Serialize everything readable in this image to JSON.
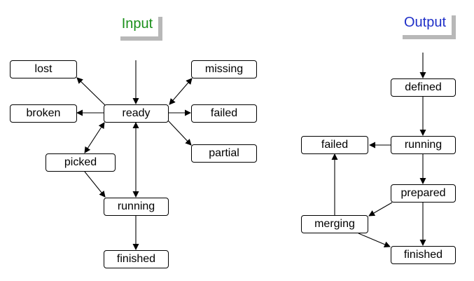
{
  "input": {
    "title": "Input",
    "nodes": {
      "lost": "lost",
      "broken": "broken",
      "ready": "ready",
      "missing": "missing",
      "failed": "failed",
      "partial": "partial",
      "picked": "picked",
      "running": "running",
      "finished": "finished"
    }
  },
  "output": {
    "title": "Output",
    "nodes": {
      "defined": "defined",
      "failed": "failed",
      "running": "running",
      "prepared": "prepared",
      "merging": "merging",
      "finished": "finished"
    }
  },
  "colors": {
    "input_title": "#1a8f1a",
    "output_title": "#1f2fc8",
    "title_shadow": "#b8b8b8",
    "line": "#000000"
  }
}
